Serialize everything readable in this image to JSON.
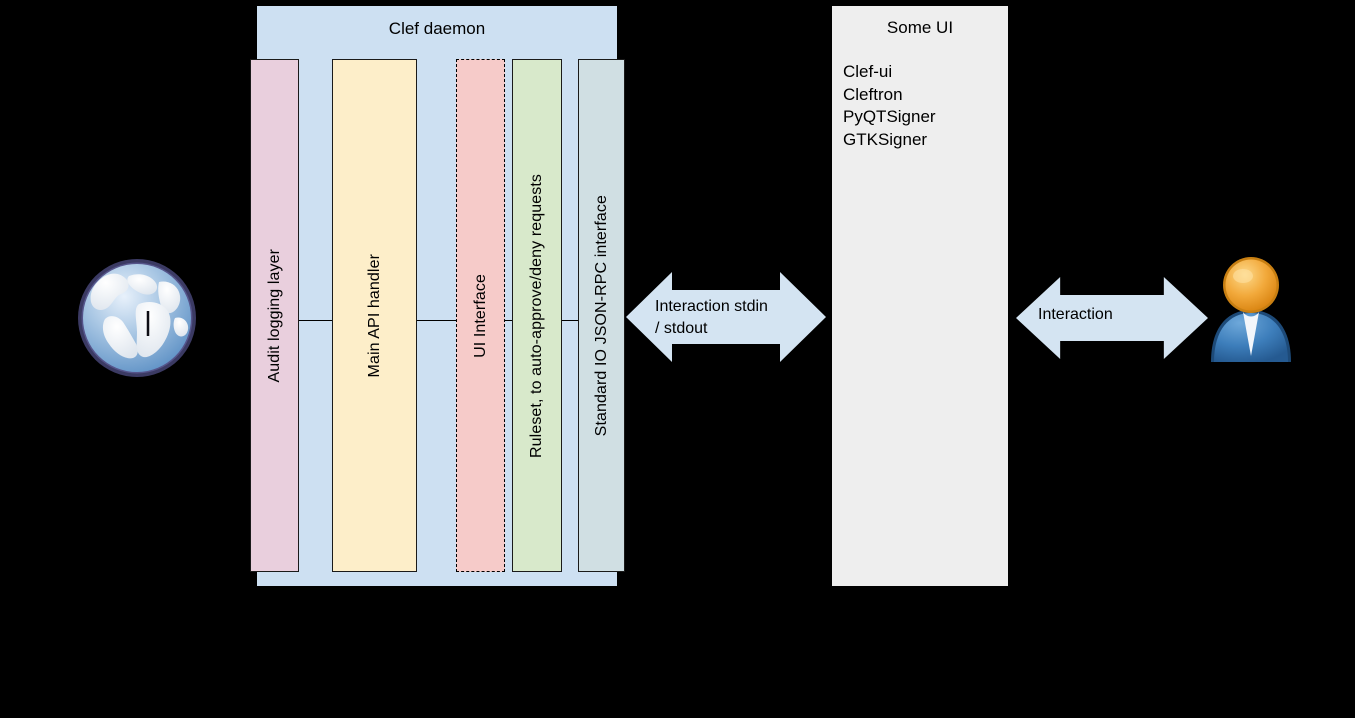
{
  "diagram": {
    "daemon": {
      "title": "Clef daemon",
      "bg_color": "#cde0f2",
      "boxes": [
        {
          "label": "Audit logging layer",
          "color": "#e9cfdd",
          "border": "solid",
          "icon": "audit-log-box"
        },
        {
          "label": "Main API handler",
          "color": "#fdeec9",
          "border": "solid",
          "icon": "api-handler-box"
        },
        {
          "label": "UI Interface",
          "color": "#f6cbc9",
          "border": "dashed",
          "icon": "ui-interface-box"
        },
        {
          "label": "Ruleset, to auto-approve/deny requests",
          "color": "#d8e9cb",
          "border": "solid",
          "icon": "ruleset-box"
        },
        {
          "label": "Standard IO JSON-RPC interface",
          "color": "#d0dfe3",
          "border": "solid",
          "icon": "stdio-jsonrpc-box"
        }
      ]
    },
    "some_ui": {
      "title": "Some UI",
      "bg_color": "#eeeeee",
      "items": [
        "Clef-ui",
        "Cleftron",
        "PyQTSigner",
        "GTKSigner"
      ]
    },
    "arrows": [
      {
        "name": "stdio-arrow",
        "label_line1": "Interaction stdin",
        "label_line2": "/ stdout",
        "color": "#d4e4f2",
        "direction": "bidirectional"
      },
      {
        "name": "interaction-arrow",
        "label": "Interaction",
        "color": "#d4e4f2",
        "direction": "bidirectional"
      }
    ],
    "icons": {
      "globe": "globe-icon",
      "user": "user-icon"
    }
  }
}
